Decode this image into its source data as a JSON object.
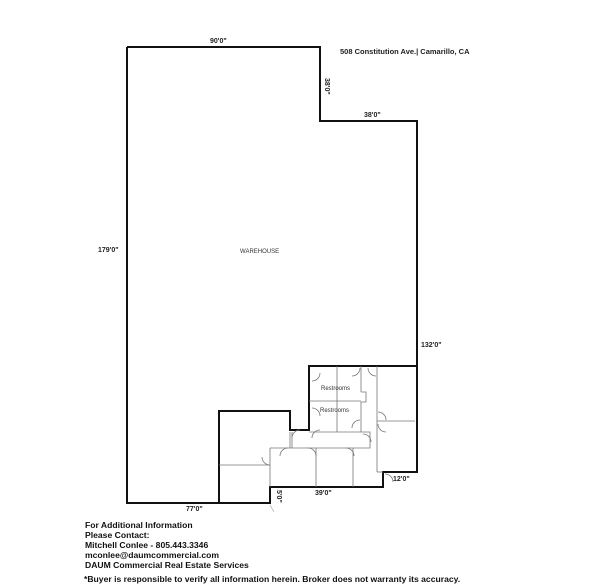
{
  "header": {
    "address": "508 Constitution Ave.| Camarillo, CA"
  },
  "floorplan": {
    "dimensions": {
      "top_width": "90'0\"",
      "upper_step_height": "38'0\"",
      "upper_step_width": "38'0\"",
      "left_height": "179'0\"",
      "right_height": "132'0\"",
      "bottom_left": "77'0\"",
      "bottom_notch": "5'0\"",
      "bottom_middle": "39'0\"",
      "bottom_right_jog": "12'0\""
    },
    "rooms": {
      "warehouse": "WAREHOUSE",
      "restroom_1": "Restrooms",
      "restroom_2": "Restrooms"
    }
  },
  "contact": {
    "line1": "For Additional Information",
    "line2": "Please Contact:",
    "name_phone": "Mitchell Conlee - 805.443.3346",
    "email": "mconlee@daumcommercial.com",
    "company": "DAUM Commercial Real Estate Services"
  },
  "disclaimer": "*Buyer is responsible to verify all information herein.  Broker does not warranty its accuracy."
}
